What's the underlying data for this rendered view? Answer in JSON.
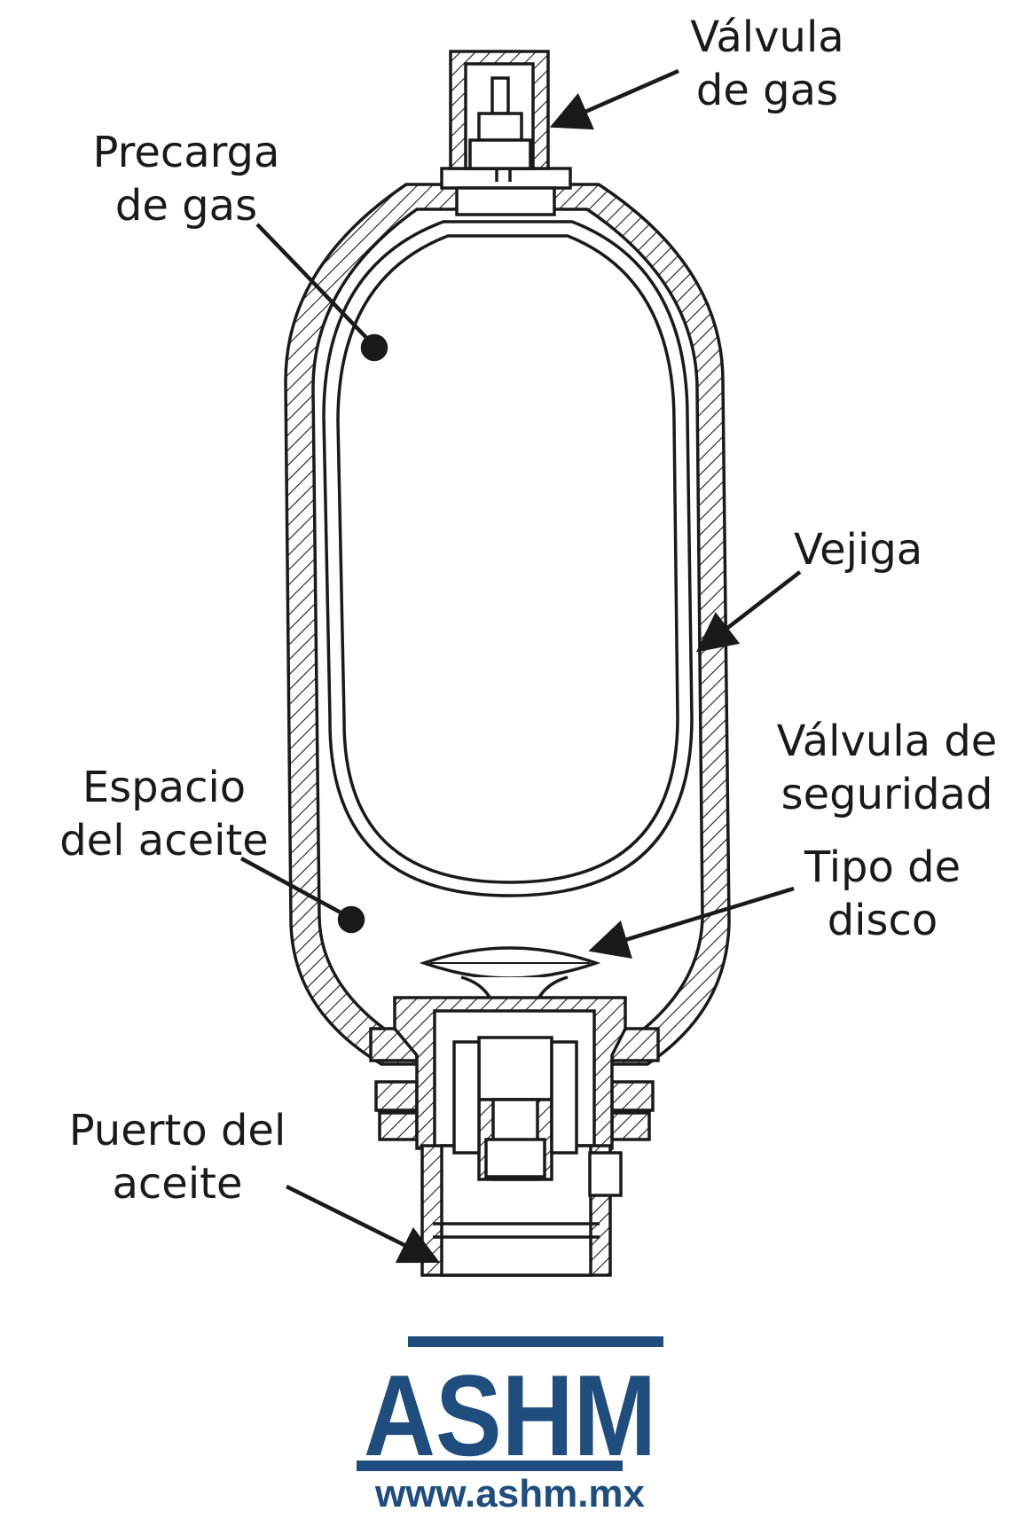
{
  "labels": {
    "gas_valve": [
      "Válvula",
      "de gas"
    ],
    "gas_precharge": [
      "Precarga",
      "de gas"
    ],
    "bladder": [
      "Vejiga"
    ],
    "safety_valve": [
      "Válvula de",
      "seguridad"
    ],
    "disc_type": [
      "Tipo de",
      "disco"
    ],
    "oil_space": [
      "Espacio",
      "del aceite"
    ],
    "oil_port": [
      "Puerto del",
      "aceite"
    ]
  },
  "logo": {
    "text": "ASHM",
    "url": "www.ashm.mx",
    "color": "#1e4d7e"
  },
  "colors": {
    "line": "#1a1a1a",
    "background": "#ffffff"
  }
}
